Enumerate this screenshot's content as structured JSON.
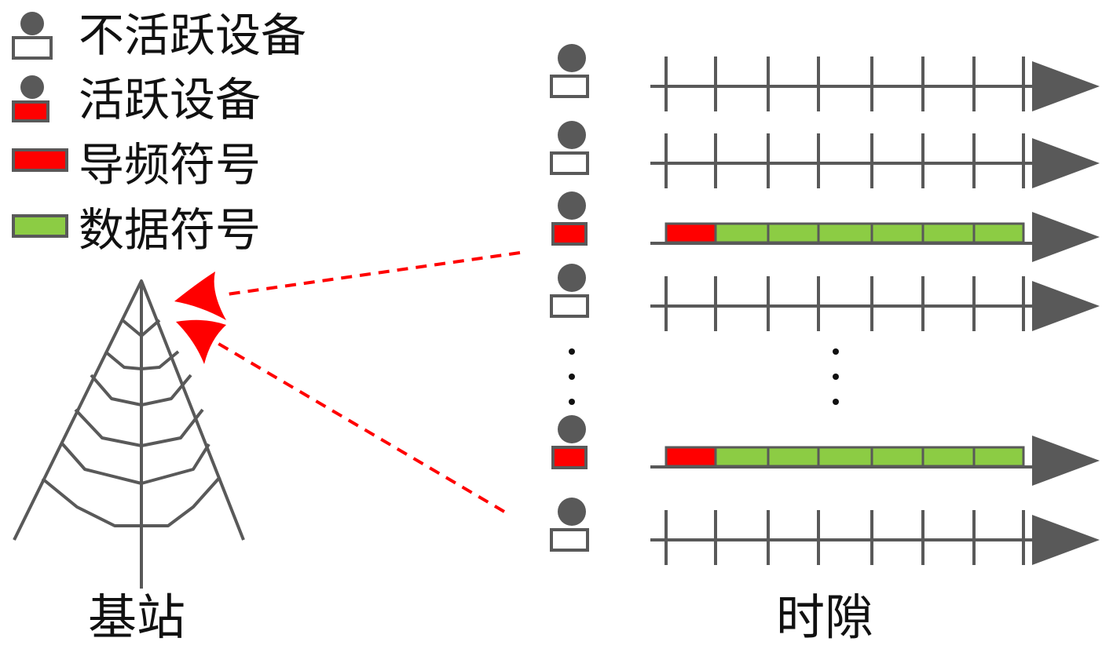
{
  "colors": {
    "gray": "#595959",
    "pilot": "#ff0000",
    "data": "#8ccc44",
    "inactive_body": "#ffffff",
    "signal": "#ff0000"
  },
  "legend": {
    "items": [
      {
        "key": "inactive",
        "label": "不活跃设备",
        "icon": "inactive-device-icon"
      },
      {
        "key": "active",
        "label": "活跃设备",
        "icon": "active-device-icon"
      },
      {
        "key": "pilot",
        "label": "导频符号",
        "icon": "pilot-symbol-swatch"
      },
      {
        "key": "data",
        "label": "数据符号",
        "icon": "data-symbol-swatch"
      }
    ]
  },
  "base_station": {
    "label": "基站",
    "icon": "antenna-tower-icon"
  },
  "timeline": {
    "label": "时隙",
    "devices": [
      {
        "state": "inactive"
      },
      {
        "state": "inactive"
      },
      {
        "state": "active",
        "slots": [
          "pilot",
          "data",
          "data",
          "data",
          "data",
          "data",
          "data"
        ]
      },
      {
        "state": "inactive"
      },
      {
        "state": "ellipsis"
      },
      {
        "state": "active",
        "slots": [
          "pilot",
          "data",
          "data",
          "data",
          "data",
          "data",
          "data"
        ]
      },
      {
        "state": "inactive"
      }
    ]
  }
}
